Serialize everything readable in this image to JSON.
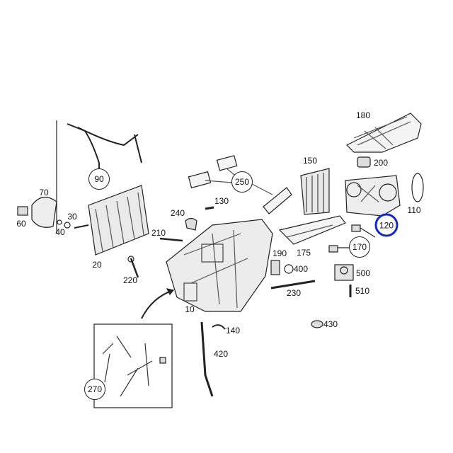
{
  "diagram": {
    "title": "",
    "highlight_color": "#1428c8",
    "labels": {
      "p180": "180",
      "p200": "200",
      "p150": "150",
      "p250": "250",
      "p90": "90",
      "p110": "110",
      "p120": "120",
      "p70": "70",
      "p130": "130",
      "p60": "60",
      "p30": "30",
      "p40": "40",
      "p240": "240",
      "p210": "210",
      "p190": "190",
      "p175": "175",
      "p170": "170",
      "p400": "400",
      "p500": "500",
      "p20": "20",
      "p220": "220",
      "p230": "230",
      "p510": "510",
      "p10": "10",
      "p140": "140",
      "p430": "430",
      "p420": "420",
      "p270": "270"
    },
    "highlighted_part": "120"
  }
}
